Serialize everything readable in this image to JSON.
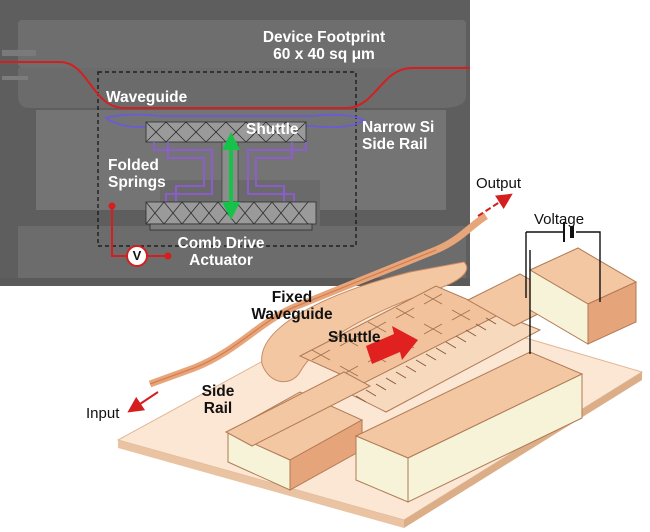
{
  "colors": {
    "sem_background": "#5f5f5f",
    "waveguide": "#d51f1f",
    "side_rail": "#6a5bd6",
    "spring": "#8e5bd8",
    "shuttle_arrow": "#17c24a",
    "device_top": "#f3c7a2",
    "device_side": "#e6a47a",
    "electrode_front": "#f6f3d8",
    "substrate": "#fbe8d6"
  },
  "sem": {
    "footprint_label": "Device Footprint",
    "footprint_size": "60 x 40 sq μm",
    "waveguide_label": "Waveguide",
    "shuttle_label": "Shuttle",
    "side_rail_label_1": "Narrow Si",
    "side_rail_label_2": "Side Rail",
    "springs_label_1": "Folded",
    "springs_label_2": "Springs",
    "comb_label_1": "Comb Drive",
    "comb_label_2": "Actuator",
    "voltage_symbol": "V"
  },
  "render": {
    "output_label": "Output",
    "voltage_label": "Voltage",
    "fixed_waveguide_1": "Fixed",
    "fixed_waveguide_2": "Waveguide",
    "shuttle_label": "Shuttle",
    "side_rail_1": "Side",
    "side_rail_2": "Rail",
    "input_label": "Input"
  }
}
